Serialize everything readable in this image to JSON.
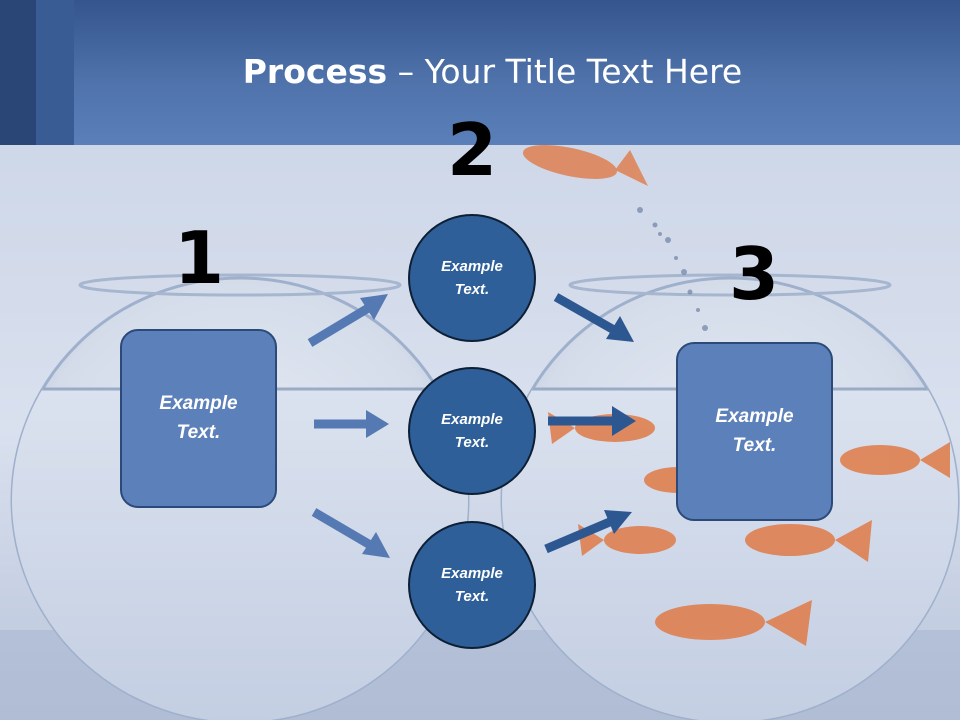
{
  "slide": {
    "title_bold": "Process",
    "title_rest": " – Your Title Text Here"
  },
  "steps": {
    "one": {
      "number": "1",
      "text": "Example\nText."
    },
    "two": {
      "number": "2",
      "items": [
        {
          "text": "Example\nText."
        },
        {
          "text": "Example\nText."
        },
        {
          "text": "Example\nText."
        }
      ]
    },
    "three": {
      "number": "3",
      "text": "Example\nText."
    }
  },
  "colors": {
    "header": "#4f72ab",
    "box_fill": "#5c80b9",
    "circle_fill": "#2e5f98",
    "arrow_left": "#5579b2",
    "arrow_right": "#2d5791"
  },
  "background_image": "two-fishbowls-goldfish-jumping"
}
